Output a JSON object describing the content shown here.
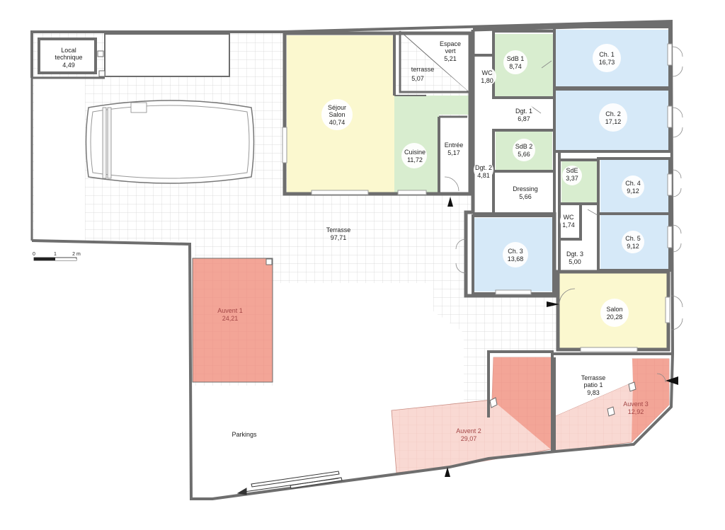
{
  "colors": {
    "wall": "#6e6e6e",
    "tile_line": "#cfcfcf",
    "living": "#fbf8cf",
    "wet": "#d8edcf",
    "bedroom": "#d6e9f8",
    "awning": "#f2a99c",
    "awning_light": "#f8d6d0",
    "label_bubble": "#ffffff"
  },
  "rooms": {
    "local_technique": {
      "name1": "Local",
      "name2": "technique",
      "area": "4,49"
    },
    "espace_vert": {
      "name1": "Espace",
      "name2": "vert",
      "area": "5,21"
    },
    "terrasse_small": {
      "name": "terrasse",
      "area": "5,07"
    },
    "sejour": {
      "name1": "Séjour",
      "name2": "Salon",
      "area": "40,74"
    },
    "cuisine": {
      "name": "Cuisine",
      "area": "11,72"
    },
    "entree": {
      "name": "Entrée",
      "area": "5,17"
    },
    "wc1": {
      "name": "WC",
      "area": "1,80"
    },
    "sdb1": {
      "name": "SdB 1",
      "area": "8,74"
    },
    "ch1": {
      "name": "Ch. 1",
      "area": "16,73"
    },
    "dgt1": {
      "name": "Dgt. 1",
      "area": "6,87"
    },
    "ch2": {
      "name": "Ch. 2",
      "area": "17,12"
    },
    "sdb2": {
      "name": "SdB 2",
      "area": "5,66"
    },
    "dgt2": {
      "name": "Dgt. 2",
      "area": "4,81"
    },
    "dressing": {
      "name": "Dressing",
      "area": "5,66"
    },
    "sde": {
      "name": "SdE",
      "area": "3,37"
    },
    "ch4": {
      "name": "Ch. 4",
      "area": "9,12"
    },
    "wc2": {
      "name": "WC",
      "area": "1,74"
    },
    "ch5": {
      "name": "Ch. 5",
      "area": "9,12"
    },
    "dgt3": {
      "name": "Dgt. 3",
      "area": "5,00"
    },
    "ch3": {
      "name": "Ch. 3",
      "area": "13,68"
    },
    "salon": {
      "name": "Salon",
      "area": "20,28"
    },
    "terrasse": {
      "name": "Terrasse",
      "area": "97,71"
    },
    "auvent1": {
      "name": "Auvent 1",
      "area": "24,21"
    },
    "auvent2": {
      "name": "Auvent 2",
      "area": "29,07"
    },
    "auvent3": {
      "name": "Auvent 3",
      "area": "12,92"
    },
    "patio": {
      "name1": "Terrasse",
      "name2": "patio 1",
      "area": "9,83"
    },
    "parkings": {
      "name": "Parkings"
    }
  },
  "scale": {
    "t0": "0",
    "t1": "1",
    "t2": "2 m"
  },
  "icons": {
    "entry_arrow": "entry-arrow-icon",
    "pool": "swimming-pool-icon",
    "driveway_arrow": "driveway-arrow-icon"
  }
}
